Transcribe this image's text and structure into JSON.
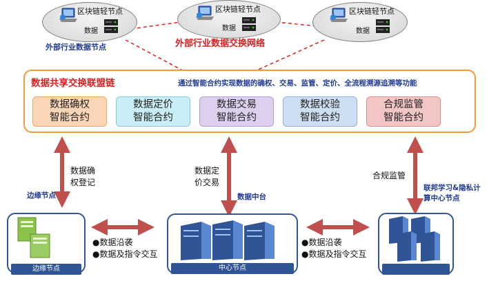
{
  "external": {
    "nodes": [
      {
        "light_label": "区块链轻节点",
        "data_label": "数据"
      },
      {
        "light_label": "区块链轻节点",
        "data_label": "数据"
      },
      {
        "light_label": "区块链轻节点",
        "data_label": "数据"
      }
    ],
    "node_caption": "外部行业数据节点",
    "network_title": "外部行业数据交换网络"
  },
  "chain": {
    "title": "数据共享交换联盟链",
    "description": "通过智能合约实现数据的确权、交易、监管、定价、全流程溯源追溯等功能",
    "contracts": [
      {
        "line1": "数据确权",
        "line2": "智能合约",
        "bg": "#fbd5b5",
        "border": "#f4a460"
      },
      {
        "line1": "数据定价",
        "line2": "智能合约",
        "bg": "#c9eef7",
        "border": "#7fcde3"
      },
      {
        "line1": "数据交易",
        "line2": "智能合约",
        "bg": "#ddd0ef",
        "border": "#b39ddb"
      },
      {
        "line1": "数据校验",
        "line2": "智能合约",
        "bg": "#cfdff2",
        "border": "#91b3de"
      },
      {
        "line1": "合规监管",
        "line2": "智能合约",
        "bg": "#f3c6c6",
        "border": "#e08a8a"
      }
    ]
  },
  "links": {
    "left": {
      "line1": "数据确",
      "line2": "权登记"
    },
    "middle": {
      "line1": "数据定",
      "line2": "价交易"
    },
    "right": {
      "line1": "合规监管"
    }
  },
  "side_labels": {
    "edge": "边缘节点",
    "platform": "数据中台",
    "federated_line1": "联邦学习&隐私计",
    "federated_line2": "算中心节点"
  },
  "bottom": {
    "edge_bar": "边缘节点",
    "center_bar": "中心节点",
    "exchange_left": {
      "item1": "●数据沿袭",
      "item2": "●数据及指令交互"
    },
    "exchange_right": {
      "item1": "●数据沿袭",
      "item2": "●数据及指令交互"
    }
  },
  "colors": {
    "arrow": "#c0504d",
    "dashed": "#e02020",
    "node_blue": "#2f5597",
    "chain_border": "#f29a3b"
  }
}
